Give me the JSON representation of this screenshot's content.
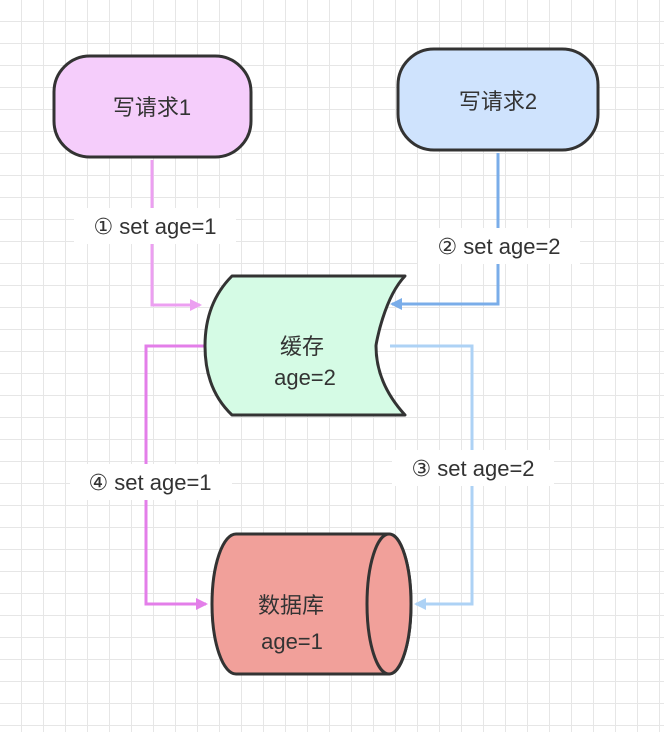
{
  "nodes": {
    "write_request_1": {
      "label": "写请求1",
      "fill": "#f5cdfb"
    },
    "write_request_2": {
      "label": "写请求2",
      "fill": "#cfe3fd"
    },
    "cache": {
      "label": "缓存",
      "value": "age=2",
      "fill": "#d5fbe5"
    },
    "database": {
      "label": "数据库",
      "value": "age=1",
      "fill": "#f1a09a"
    }
  },
  "edges": {
    "req1_to_cache": {
      "label": "① set age=1",
      "color": "#ec9ff1"
    },
    "req2_to_cache": {
      "label": "② set age=2",
      "color": "#7aade9"
    },
    "cache_to_db_step3": {
      "label": "③ set age=2",
      "color": "#add2f5"
    },
    "cache_to_db_step4": {
      "label": "④ set age=1",
      "color": "#e37ee9"
    }
  }
}
